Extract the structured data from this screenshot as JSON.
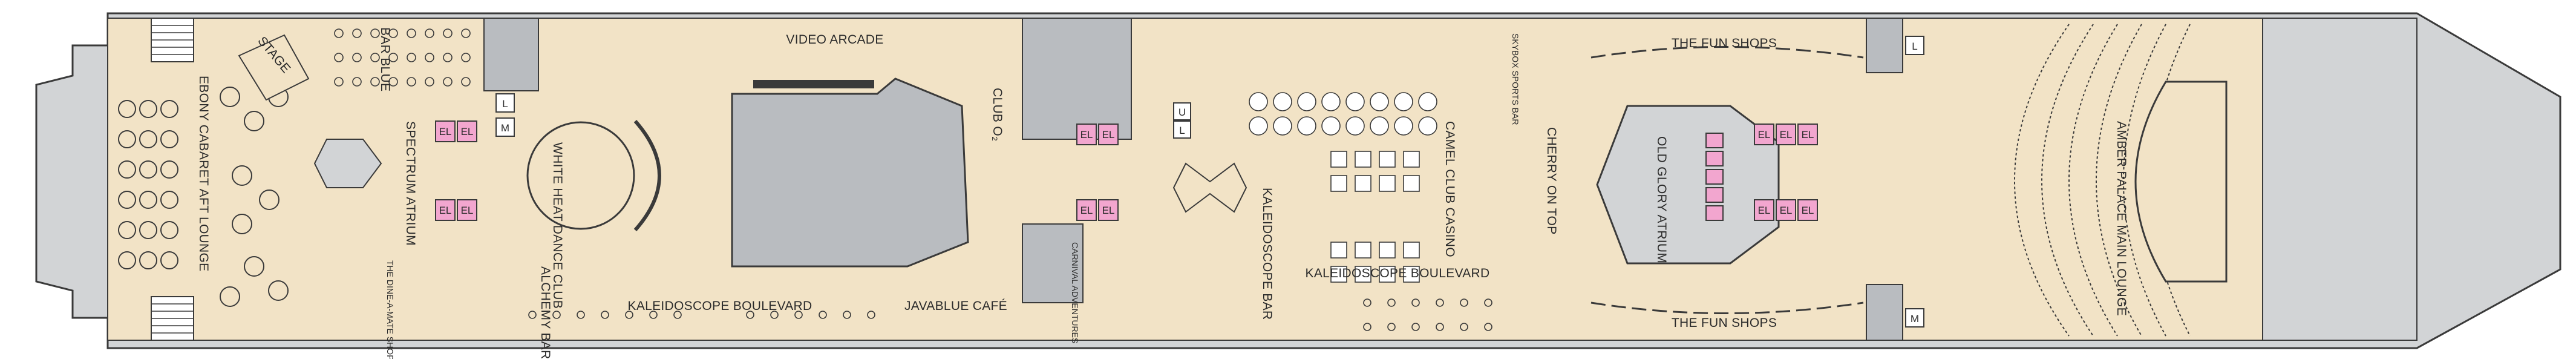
{
  "venues": {
    "video_arcade": "VIDEO ARCADE",
    "fun_shops_top": "THE FUN SHOPS",
    "fun_shops_bottom": "THE FUN SHOPS",
    "stage": "STAGE",
    "bar_blue": "BAR BLUE",
    "ebony_cabaret": "EBONY CABARET AFT LOUNGE",
    "spectrum_atrium": "SPECTRUM ATRIUM",
    "alchemy_bar": "ALCHEMY BAR",
    "dinea_shop": "THE DINE-A-MATE SHOP",
    "white_heat": "WHITE HEAT DANCE CLUB",
    "kaleidoscope_blvd_left": "KALEIDOSCOPE BOULEVARD",
    "club_o2": "CLUB O₂",
    "javablue_cafe": "JAVABLUE CAFÉ",
    "carnival_adventures": "CARNIVAL ADVENTURES",
    "kaleidoscope_bar": "KALEIDOSCOPE BAR",
    "kaleidoscope_blvd_right": "KALEIDOSCOPE BOULEVARD",
    "camel_club_casino": "CAMEL CLUB CASINO",
    "skybox_sports_bar": "SKYBOX SPORTS BAR",
    "cherry_on_top": "CHERRY ON TOP",
    "old_glory_atrium": "OLD GLORY ATRIUM",
    "amber_palace": "AMBER PALACE MAIN LOUNGE"
  },
  "markers": {
    "elevator": "EL",
    "lift_l": "L",
    "lift_m": "M",
    "lift_u": "U"
  },
  "colors": {
    "deck_fill": "#f2e3c6",
    "hull_fill": "#d2d4d6",
    "gray_area": "#b9bcc0",
    "elevator_fill": "#f2a6cf",
    "outline": "#3a3a3a"
  }
}
